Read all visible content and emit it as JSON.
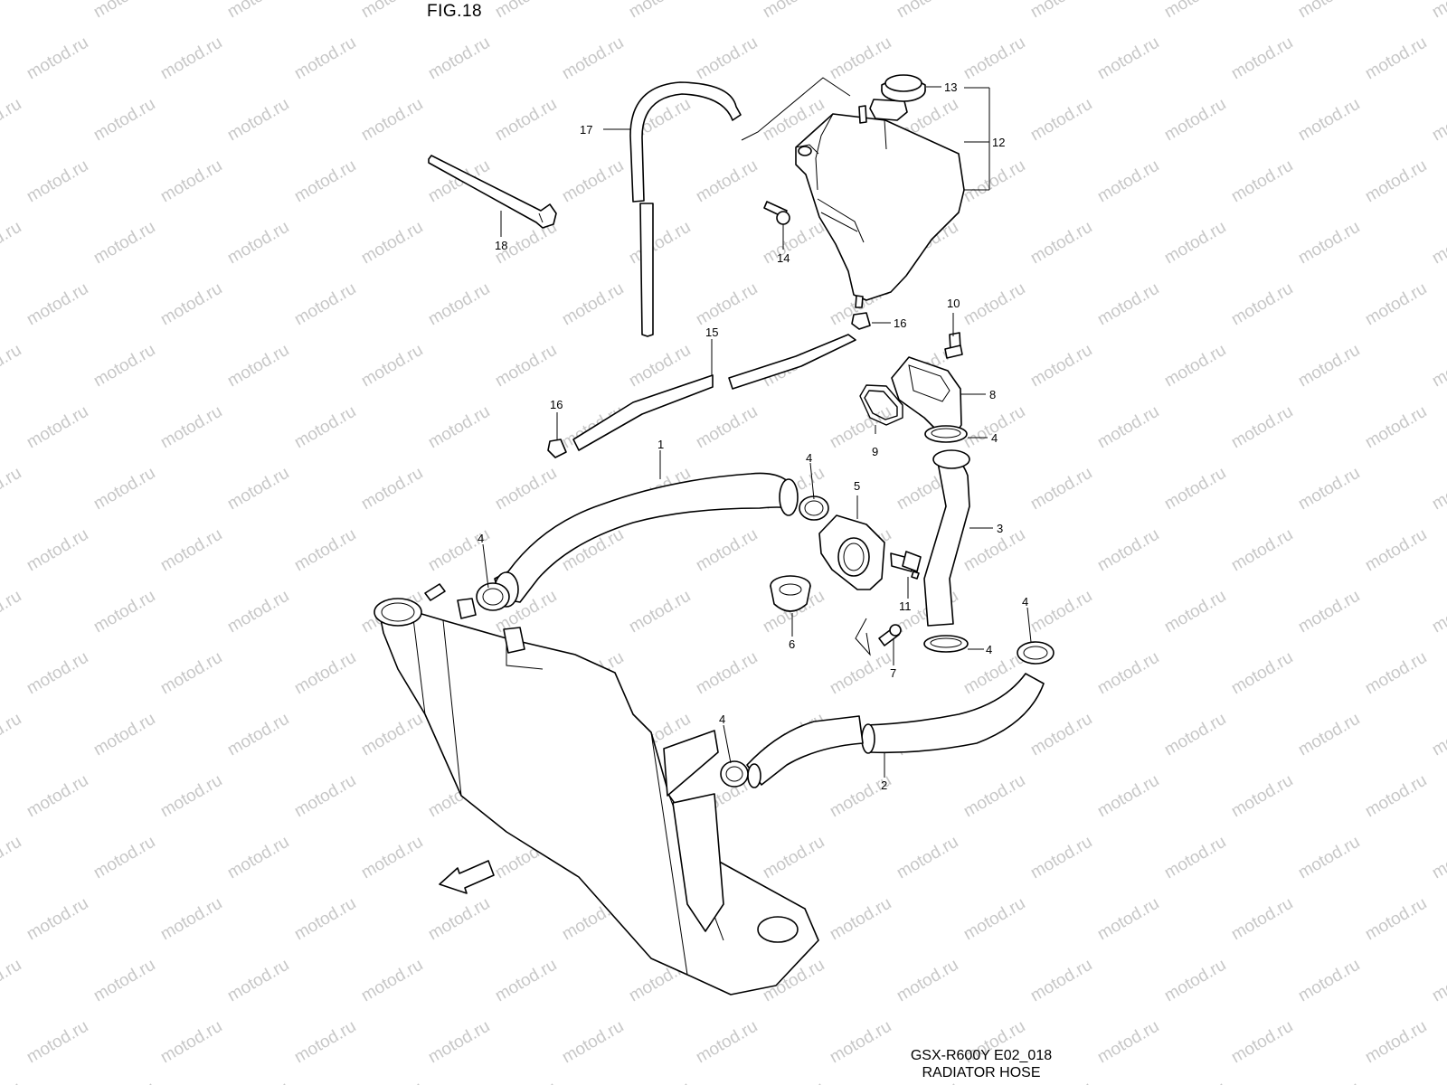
{
  "figure_label": "FIG.18",
  "model_code": "GSX-R600Y E02_018",
  "diagram_title": "RADIATOR HOSE",
  "watermark_text": "motod.ru",
  "fwd_label": "FWD",
  "callouts": {
    "n1": "1",
    "n2": "2",
    "n3": "3",
    "n4a": "4",
    "n4b": "4",
    "n4c": "4",
    "n4d": "4",
    "n4e": "4",
    "n4f": "4",
    "n5": "5",
    "n6": "6",
    "n7": "7",
    "n8": "8",
    "n9": "9",
    "n10": "10",
    "n11": "11",
    "n12": "12",
    "n13": "13",
    "n14": "14",
    "n15": "15",
    "n16a": "16",
    "n16b": "16",
    "n17": "17",
    "n18": "18"
  },
  "colors": {
    "line": "#000000",
    "background": "#ffffff",
    "watermark": "#9a9a9a"
  }
}
